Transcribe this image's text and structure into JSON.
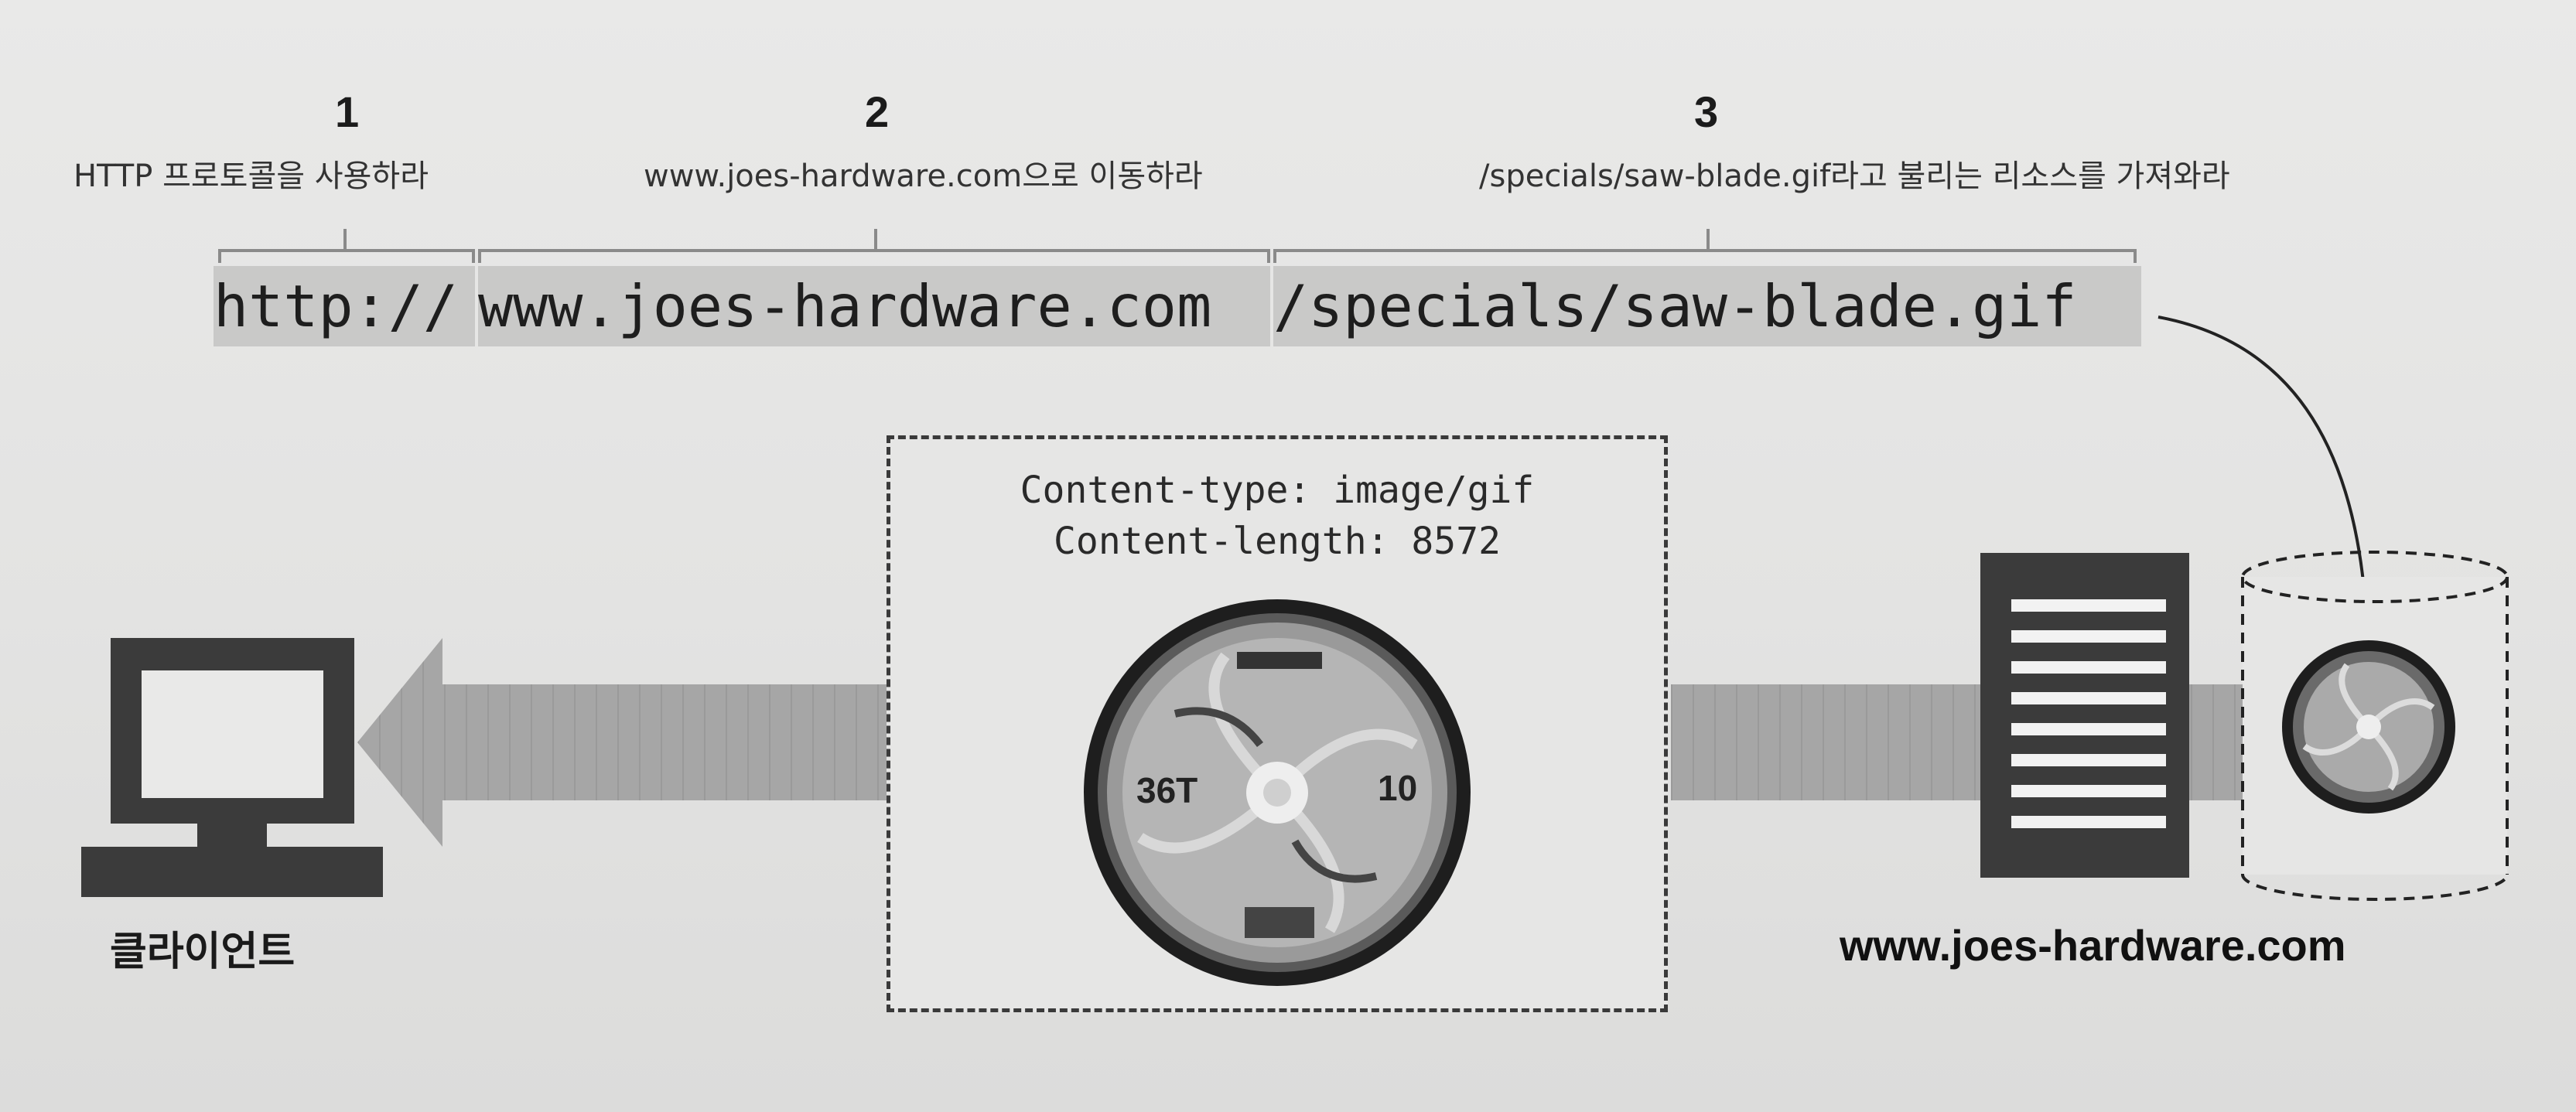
{
  "steps": [
    {
      "number": "1",
      "description": "HTTP 프로토콜을 사용하라"
    },
    {
      "number": "2",
      "description": "www.joes-hardware.com으로 이동하라"
    },
    {
      "number": "3",
      "description": "/specials/saw-blade.gif라고 불리는 리소스를 가져와라"
    }
  ],
  "url": {
    "scheme": "http://",
    "host": "www.joes-hardware.com",
    "path": "/specials/saw-blade.gif"
  },
  "response": {
    "content_type": "Content-type: image/gif",
    "content_length": "Content-length: 8572"
  },
  "client_label": "클라이언트",
  "server_label": "www.joes-hardware.com",
  "icons": [
    "computer-icon",
    "server-icon",
    "database-icon",
    "saw-blade-icon"
  ],
  "colors": {
    "segment_bg": "#c9c9c8",
    "arrow": "#a9a9a9",
    "dark": "#3b3b3b"
  }
}
